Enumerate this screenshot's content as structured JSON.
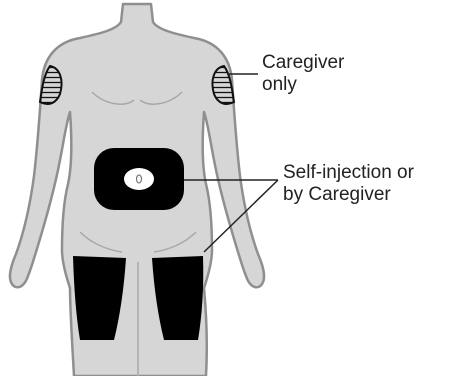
{
  "diagram": {
    "callouts": {
      "caregiver_only": {
        "line1": "Caregiver",
        "line2": "only"
      },
      "self_or_caregiver": {
        "line1": "Self-injection or",
        "line2": "by Caregiver"
      }
    },
    "colors": {
      "body_fill": "#d6d6d6",
      "body_outline": "#8f8f8f",
      "site_fill": "#000000",
      "arm_hatch": "#111111",
      "leader_line": "#222222"
    }
  }
}
